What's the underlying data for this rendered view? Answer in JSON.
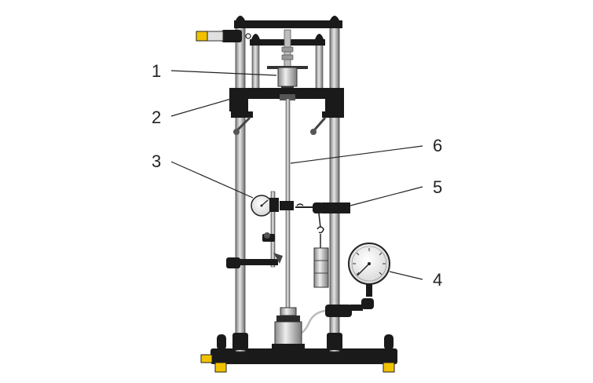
{
  "callouts": [
    {
      "id": "1",
      "label": "1"
    },
    {
      "id": "2",
      "label": "2"
    },
    {
      "id": "3",
      "label": "3"
    },
    {
      "id": "4",
      "label": "4"
    },
    {
      "id": "5",
      "label": "5"
    },
    {
      "id": "6",
      "label": "6"
    }
  ],
  "colors": {
    "frame": "#1a1a1a",
    "rod": "#9a9a9a",
    "metal_light": "#d8d8d8",
    "accent_yellow": "#f2c200",
    "leader": "#222222"
  }
}
